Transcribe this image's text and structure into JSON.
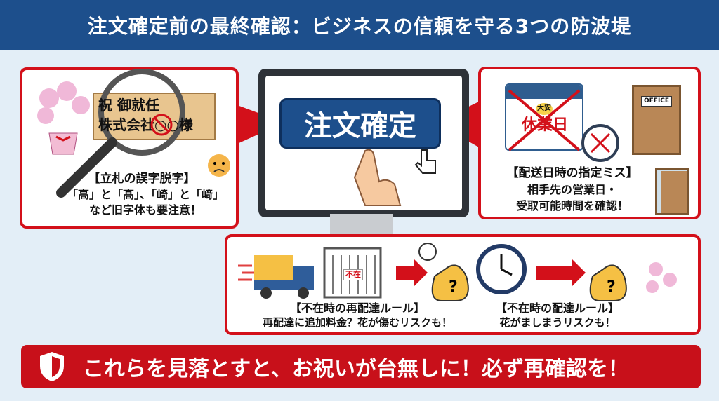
{
  "header": {
    "title": "注文確定前の最終確認：ビジネスの信頼を守る3つの防波堤"
  },
  "center": {
    "button_label": "注文確定"
  },
  "left_panel": {
    "sign_line1": "祝 御就任",
    "sign_line2": "株式会社○○様",
    "title": "【立札の誤字脱字】",
    "line1": "「高」と「髙」、「崎」と「﨑」",
    "line2": "など旧字体も要注意！"
  },
  "right_panel": {
    "calendar_badge": "大安",
    "calendar_label": "休業日",
    "door_sign": "OFFICE",
    "title": "【配送日時の指定ミス】",
    "line1": "相手先の営業日・",
    "line2": "受取可能時間を確認！"
  },
  "bottom_panel": {
    "gate_sign": "不在",
    "left_title": "【不在時の再配達ルール】",
    "left_line": "再配達に追加料金？花が傷むリスクも！",
    "right_title": "【不在時の配達ルール】",
    "right_line": "花がましまうリスクも！"
  },
  "banner": {
    "text": "これらを見落とすと、お祝いが台無しに！必ず再確認を！"
  },
  "colors": {
    "header": "#1d4f8c",
    "accent_red": "#d3101a",
    "background": "#e3eef7"
  }
}
